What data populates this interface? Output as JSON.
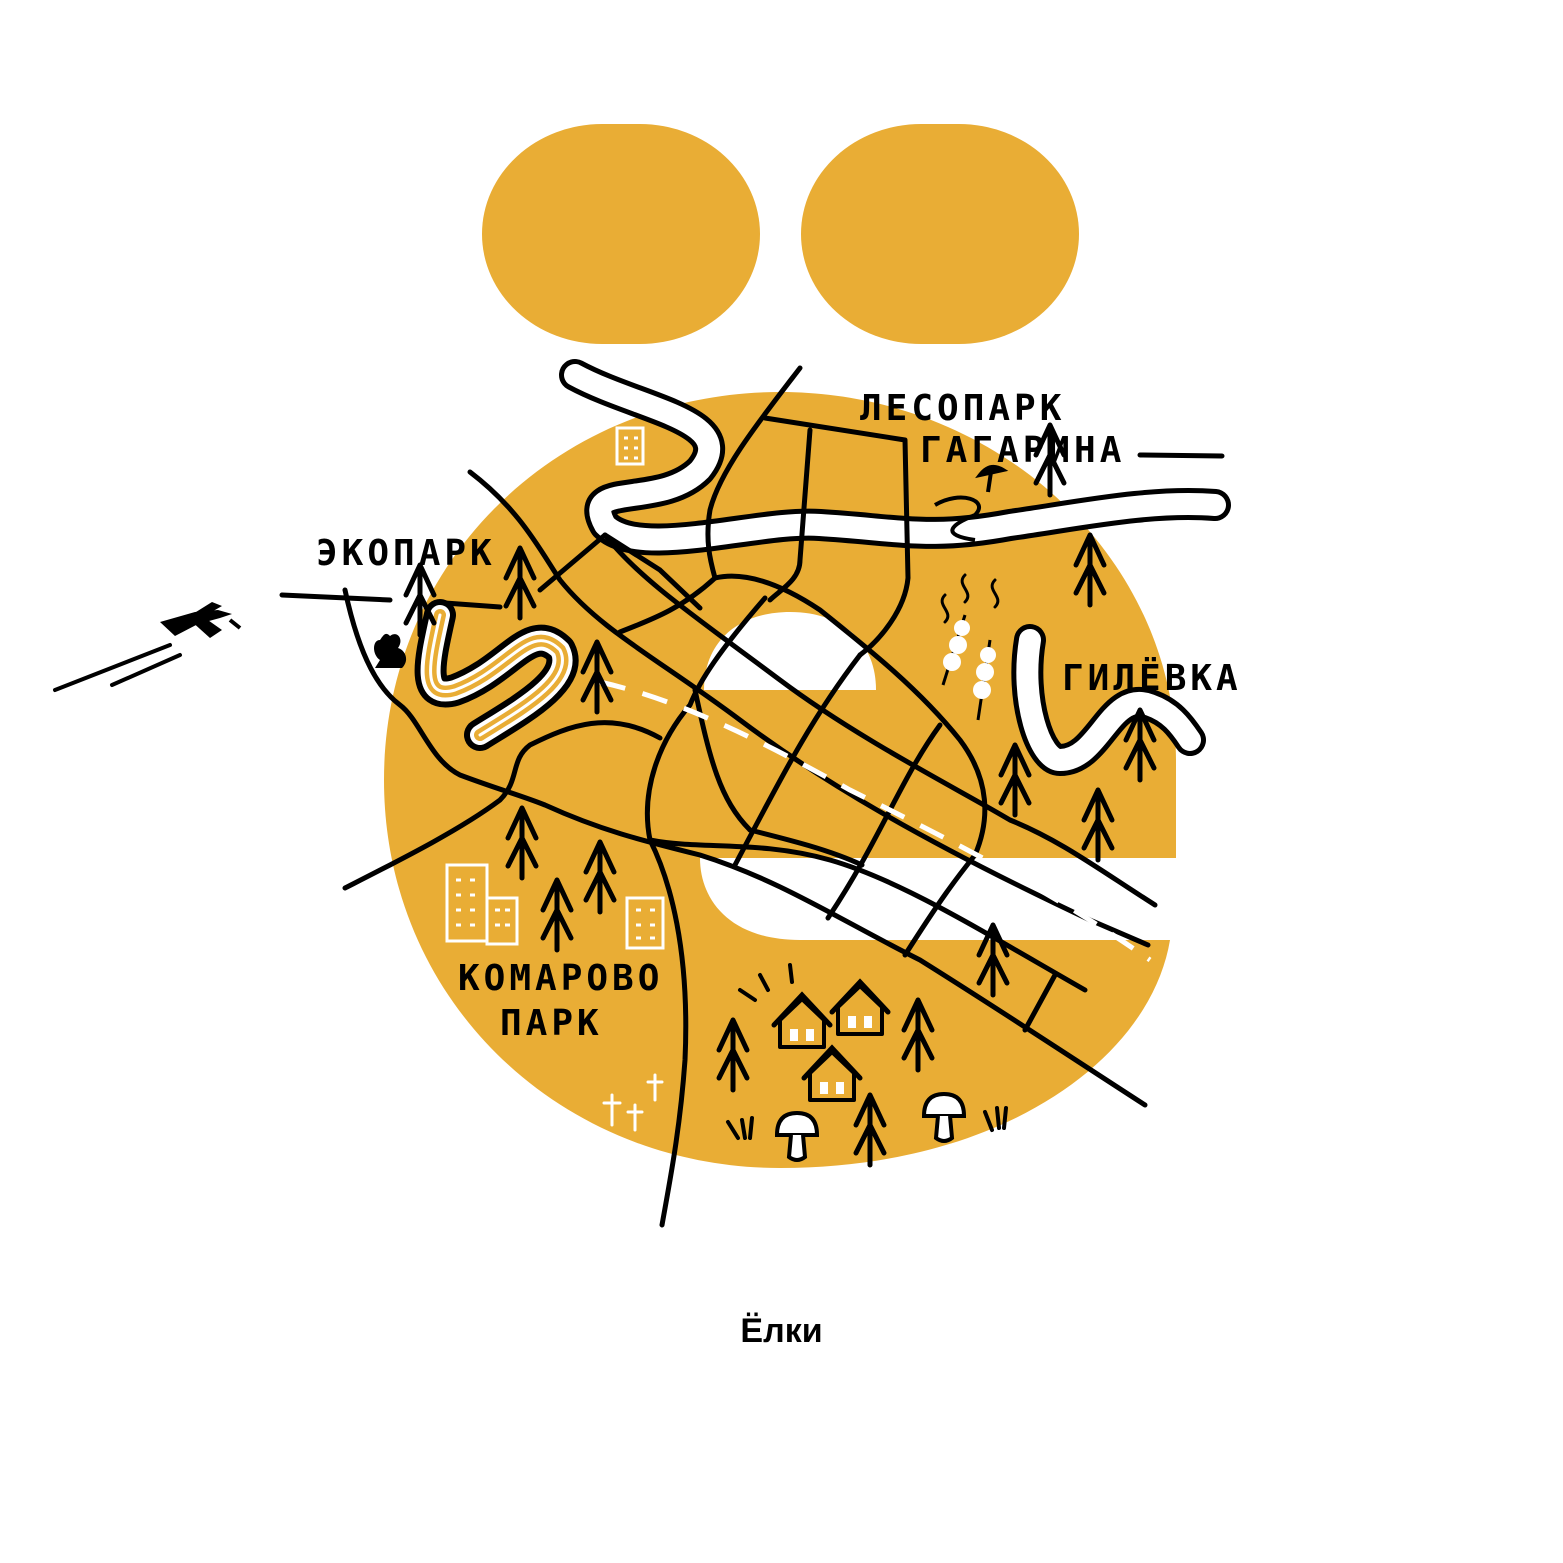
{
  "map": {
    "colors": {
      "accent": "#E9AD35",
      "ink": "#000000",
      "paper": "#FFFFFF"
    },
    "labels": {
      "lesopark_1": "ЛЕСОПАРК",
      "lesopark_2": "ГАГАРИНА",
      "ekopark": "ЭКОПАРК",
      "gilevka": "ГИЛЁВКА",
      "komarovo_1": "КОМАРОВО",
      "komarovo_2": "ПАРК"
    },
    "icons": [
      "airplane-icon",
      "squirrel-icon",
      "mushroom-icon",
      "tree-icon",
      "house-icon",
      "building-icon",
      "cross-icon",
      "steam-icon",
      "kebab-icon"
    ]
  },
  "caption": "Ёлки"
}
